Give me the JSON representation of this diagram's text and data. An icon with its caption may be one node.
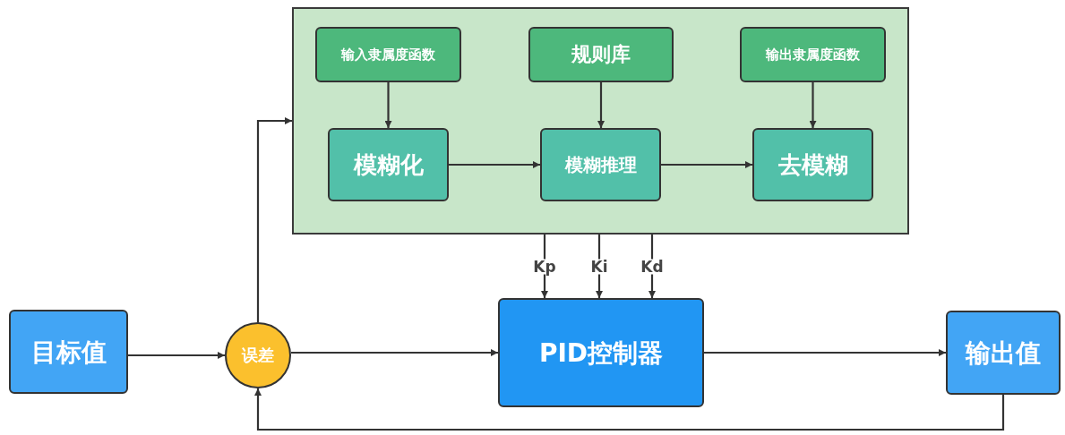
{
  "diagram": {
    "nodes": [
      {
        "text": [],
        "shape": "box"
      },
      {
        "text": [
          "输入隶属度函数"
        ],
        "in": 0
      },
      {
        "text": [
          "规则库"
        ],
        "in": 0
      },
      {
        "text": [
          "输出隶属度函数"
        ],
        "in": 0
      },
      {
        "text": [
          "模糊化"
        ],
        "in": 0
      },
      {
        "text": [
          "模糊推理"
        ],
        "in": 0
      },
      {
        "text": [
          "去模糊"
        ],
        "in": 0
      },
      {
        "text": [
          "目标值"
        ]
      },
      {
        "text": [
          "误差"
        ]
      },
      {
        "text": [
          "PID控制器"
        ]
      },
      {
        "text": [
          "输出值"
        ]
      }
    ],
    "edges": [
      {
        "from": 1,
        "to": 4,
        "arrow": "to"
      },
      {
        "from": 2,
        "to": 5,
        "arrow": "to"
      },
      {
        "from": 3,
        "to": 6,
        "arrow": "to"
      },
      {
        "from": 4,
        "to": 5,
        "arrow": "to"
      },
      {
        "from": 5,
        "to": 6,
        "arrow": "to"
      },
      {
        "from": 7,
        "to": 8,
        "arrow": "to"
      },
      {
        "from": 8,
        "to": 0,
        "arrow": "to"
      },
      {
        "from": 0,
        "to": 9,
        "arrow": "to",
        "label": "Kp"
      },
      {
        "from": 0,
        "to": 9,
        "arrow": "to",
        "label": "Ki"
      },
      {
        "from": 0,
        "to": 9,
        "arrow": "to",
        "label": "Kd"
      },
      {
        "from": 8,
        "to": 9,
        "arrow": "to"
      },
      {
        "from": 9,
        "to": 10,
        "arrow": "to"
      },
      {
        "from": 10,
        "to": 8,
        "arrow": "to"
      }
    ]
  }
}
